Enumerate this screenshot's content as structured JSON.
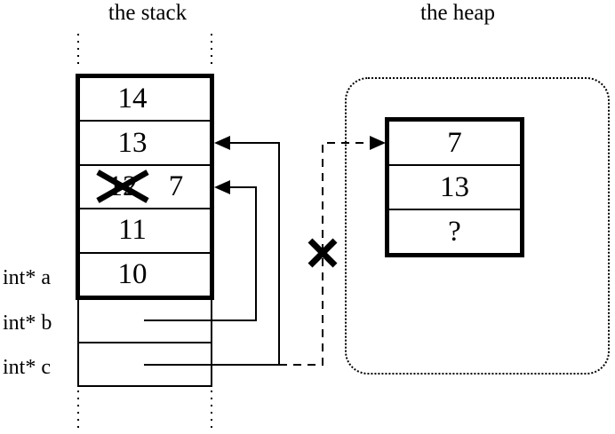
{
  "stack": {
    "title": "the stack",
    "cells": [
      {
        "value": "14"
      },
      {
        "value": "13"
      },
      {
        "old_value": "12",
        "new_value": "7",
        "crossed_out": true
      },
      {
        "value": "11"
      },
      {
        "value": "10"
      }
    ]
  },
  "heap": {
    "title": "the heap",
    "cells": [
      {
        "value": "7"
      },
      {
        "value": "13"
      },
      {
        "value": "?"
      }
    ]
  },
  "pointer_labels": {
    "a": "int* a",
    "b": "int* b",
    "c": "int* c"
  },
  "colors": {
    "ink": "#000000",
    "background": "#ffffff"
  }
}
